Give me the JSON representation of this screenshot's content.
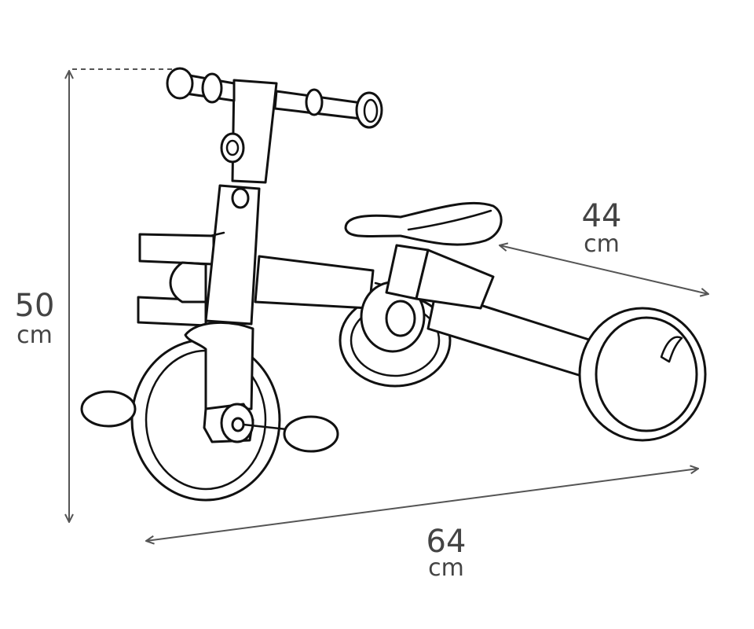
{
  "dimensions": {
    "height": {
      "value": "50",
      "unit": "cm"
    },
    "length": {
      "value": "64",
      "unit": "cm"
    },
    "seat_depth": {
      "value": "44",
      "unit": "cm"
    }
  },
  "colors": {
    "line": "#111111",
    "dimension": "#555555",
    "text": "#444444",
    "background": "#ffffff"
  }
}
